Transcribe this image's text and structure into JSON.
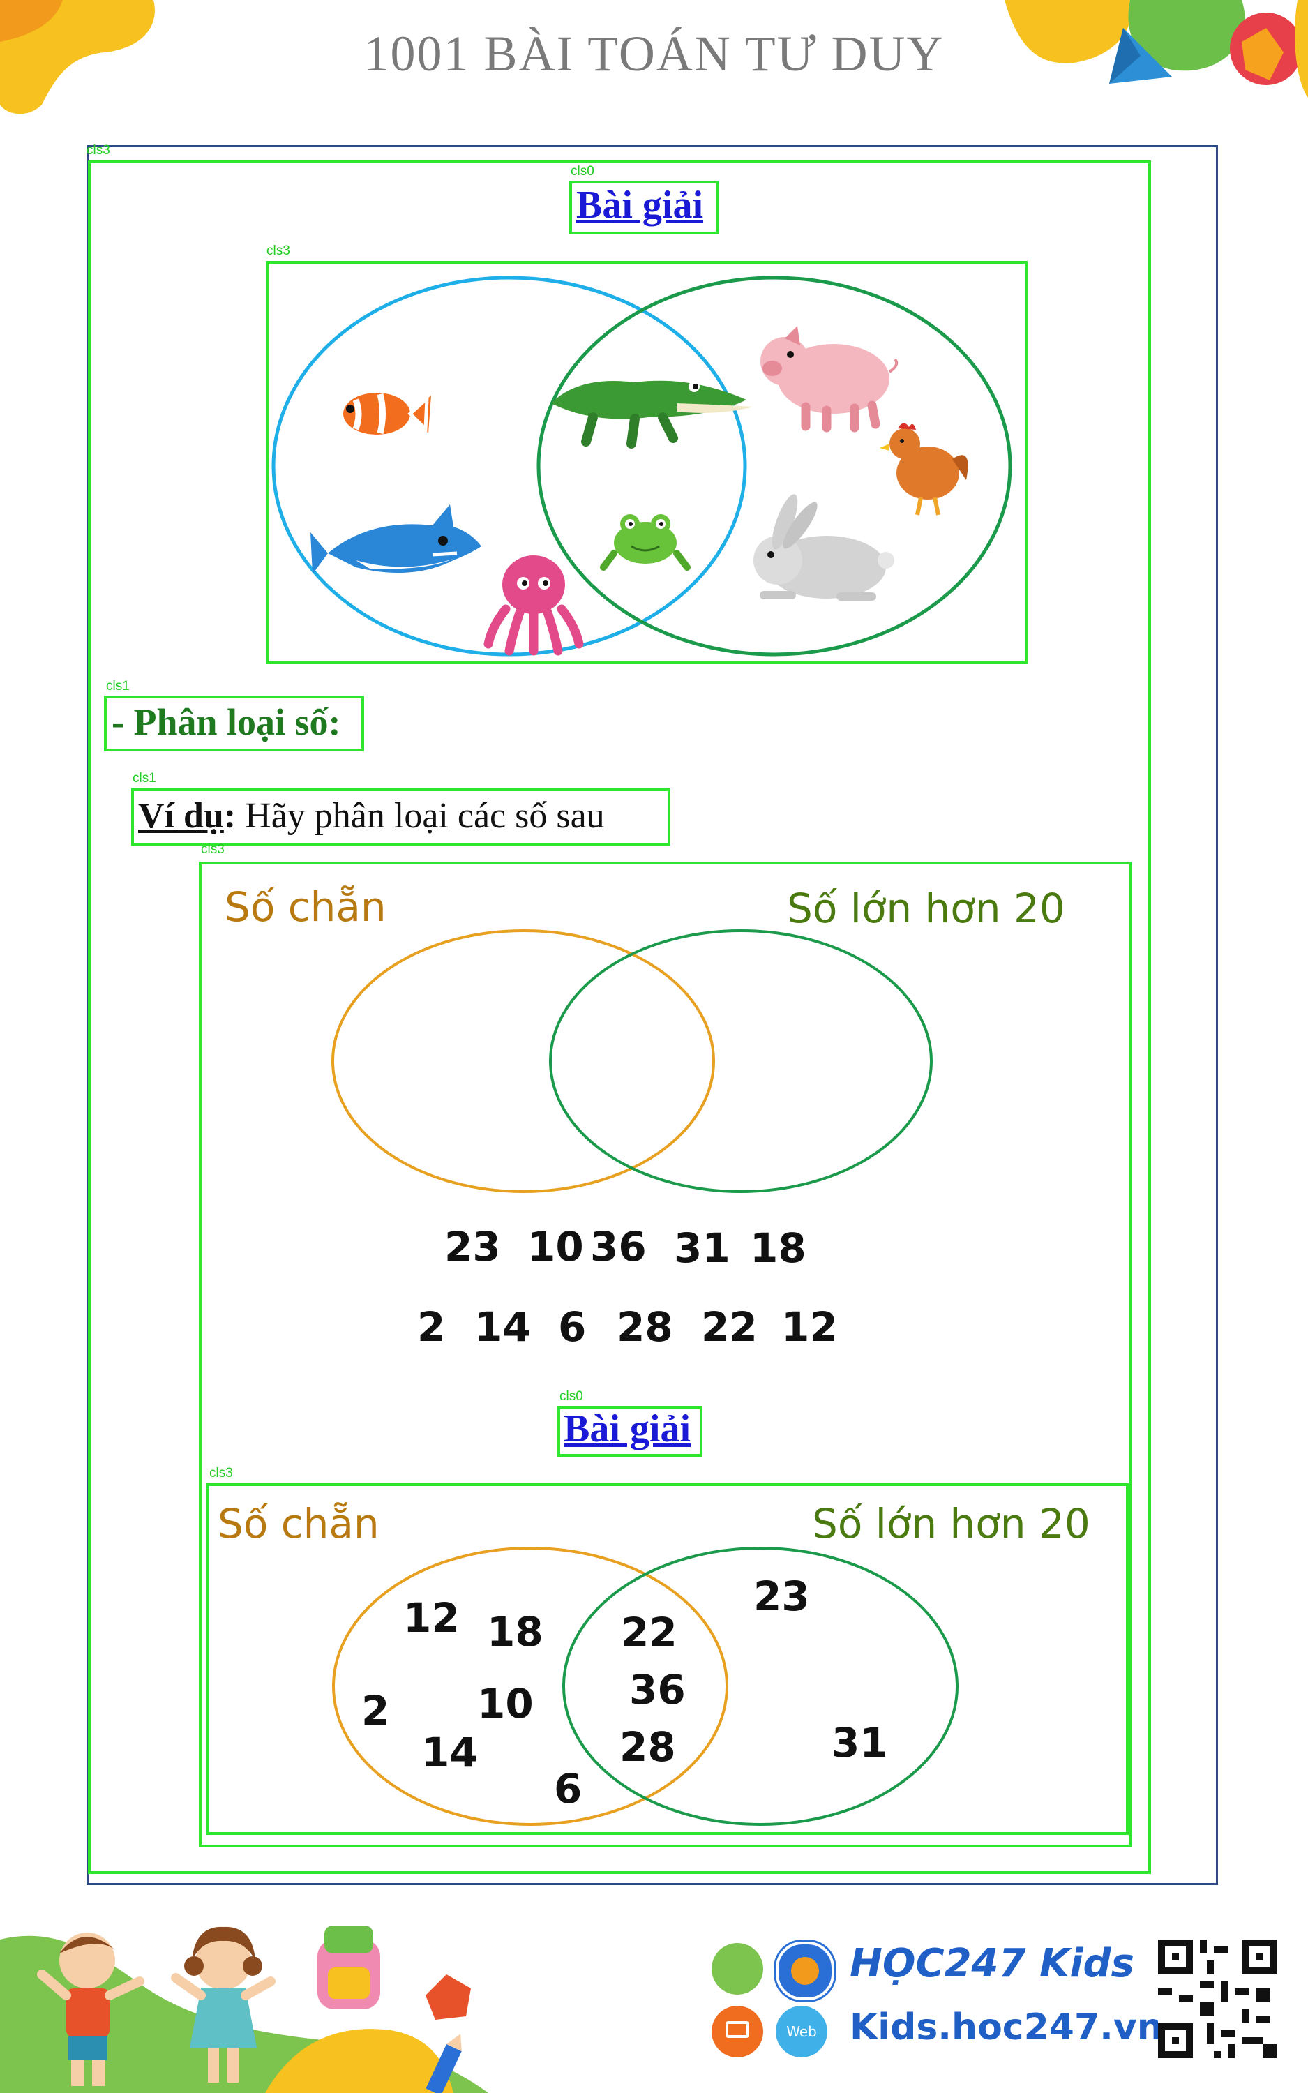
{
  "header": {
    "title": "1001 BÀI TOÁN TƯ DUY"
  },
  "detections": {
    "cls0": "cls0",
    "cls1": "cls1",
    "cls3": "cls3"
  },
  "solution_heading_1": "Bài giải",
  "solution_heading_2": "Bài giải",
  "animal_venn": {
    "left_ring_color": "#1eaee8",
    "right_ring_color": "#1a9a4a",
    "left_only": [
      "clownfish-icon",
      "shark-icon",
      "octopus-icon"
    ],
    "both": [
      "crocodile-icon",
      "frog-icon"
    ],
    "right_only": [
      "pig-icon",
      "chicken-icon",
      "rabbit-icon"
    ]
  },
  "section": {
    "title": "- Phân loại số:"
  },
  "example": {
    "lead": "Ví dụ",
    "colon": ":",
    "text": " Hãy phân loại các số sau"
  },
  "question_venn": {
    "left_label": "Số chẵn",
    "right_label": "Số lớn hơn 20",
    "left_color": "#e8a020",
    "right_color": "#1a9a4a",
    "label_left_color": "#b87a10",
    "label_right_color": "#4a7a10",
    "numbers_row1": [
      "23",
      "10",
      "36",
      "31",
      "18"
    ],
    "numbers_row2": [
      "2",
      "14",
      "6",
      "28",
      "22",
      "12"
    ]
  },
  "answer_venn": {
    "left_label": "Số chẵn",
    "right_label": "Số lớn hơn 20",
    "left_only": [
      "12",
      "18",
      "2",
      "10",
      "14",
      "6"
    ],
    "both": [
      "22",
      "36",
      "28"
    ],
    "right_only": [
      "23",
      "31"
    ]
  },
  "footer": {
    "brand": "HỌC247 Kids",
    "site": "Kids.hoc247.vn",
    "web_badge": "Web"
  }
}
